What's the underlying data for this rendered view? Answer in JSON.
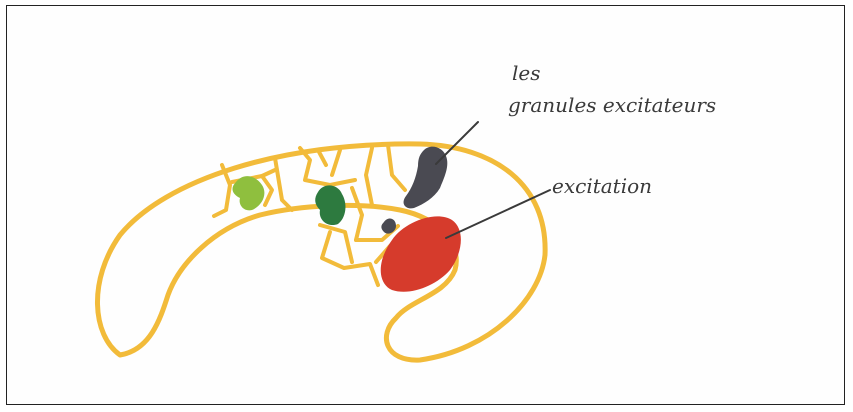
{
  "drawing": {
    "outline_color": "#f2bb3a",
    "regions": [
      {
        "name": "light-green-blob",
        "color": "#8fbf3e"
      },
      {
        "name": "dark-green-blob",
        "color": "#2d7a3f"
      },
      {
        "name": "dark-gray-blob",
        "color": "#4a4a52"
      },
      {
        "name": "red-blob",
        "color": "#d63b2c"
      }
    ]
  },
  "annotations": {
    "top_line1": "les",
    "top_line2": "granules excitateurs",
    "excitation": "excitation"
  }
}
